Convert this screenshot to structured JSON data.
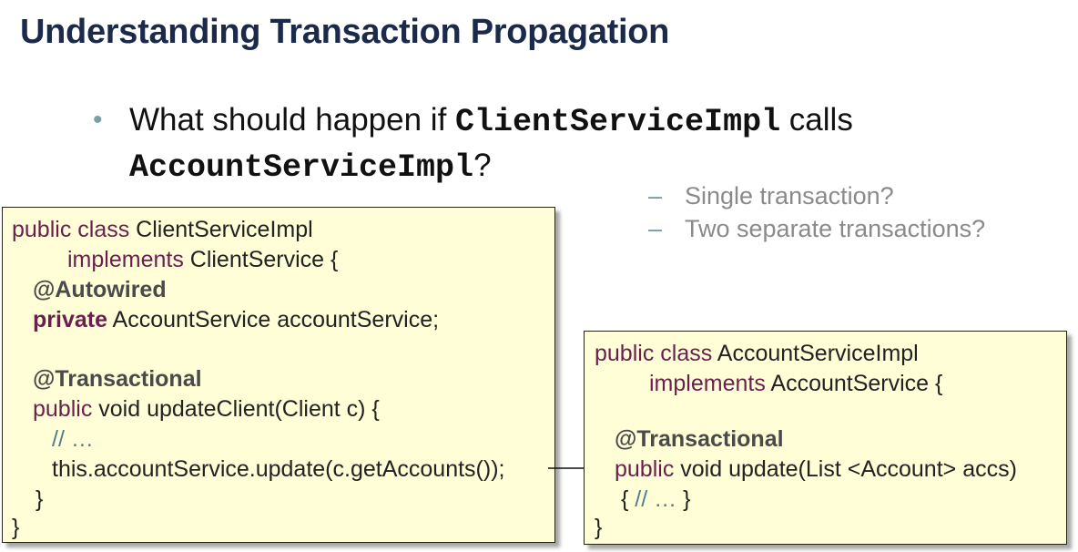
{
  "slide": {
    "title": "Understanding Transaction Propagation",
    "bullet": {
      "prefix": "What should happen if ",
      "class1": "ClientServiceImpl",
      "middle": " calls",
      "class2": "AccountServiceImpl",
      "suffix": "?"
    },
    "sub_bullets": [
      "Single transaction?",
      "Two separate transactions?"
    ],
    "dash": "–"
  },
  "client_box": {
    "l1_kw": "public class",
    "l1_txt": " ClientServiceImpl",
    "l2_kw": "implements",
    "l2_txt": " ClientService {",
    "l3_ann": "@Autowired",
    "l4_kw": "private",
    "l4_txt": " AccountService accountService;",
    "l5_ann": "@Transactional",
    "l6_kw": "public",
    "l6_txt": " void updateClient(Client c) {",
    "l7_cmt": "// …",
    "l8_txt": "this.accountService.update(c.getAccounts());",
    "l9_txt": "}",
    "l10_txt": "}"
  },
  "account_box": {
    "l1_kw": "public class",
    "l1_txt": " AccountServiceImpl",
    "l2_kw": "implements",
    "l2_txt": " AccountService {",
    "l3_ann": "@Transactional",
    "l4_kw": "public",
    "l4_txt": " void update(List <Account> accs)",
    "l5_open": "{ ",
    "l5_cmt": "// … ",
    "l5_close": "}",
    "l6_txt": "}"
  }
}
